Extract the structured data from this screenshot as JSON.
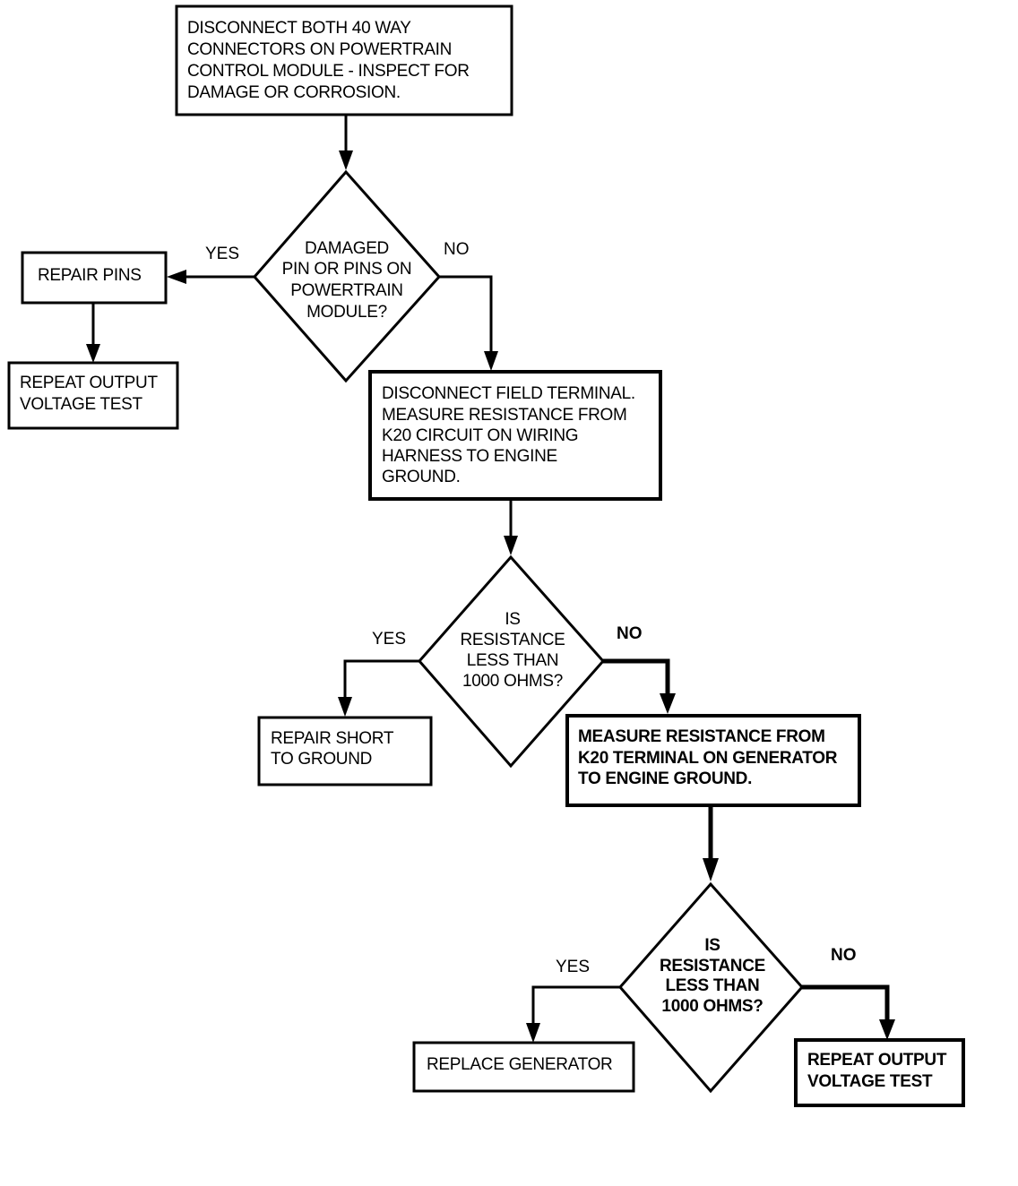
{
  "nodes": {
    "disconnect_connectors": [
      "DISCONNECT BOTH 40 WAY",
      "CONNECTORS ON POWERTRAIN",
      "CONTROL MODULE - INSPECT FOR",
      "DAMAGE OR CORROSION."
    ],
    "decision_damaged_pins": [
      "DAMAGED",
      "PIN OR PINS ON",
      "POWERTRAIN",
      "MODULE?"
    ],
    "repair_pins": [
      "REPAIR PINS"
    ],
    "repeat_output_1": [
      "REPEAT OUTPUT",
      "VOLTAGE TEST"
    ],
    "disconnect_field": [
      "DISCONNECT FIELD TERMINAL.",
      "MEASURE RESISTANCE FROM",
      "K20 CIRCUIT ON WIRING",
      "HARNESS TO ENGINE",
      "GROUND."
    ],
    "decision_resistance_1": [
      "IS",
      "RESISTANCE",
      "LESS THAN",
      "1000 OHMS?"
    ],
    "repair_short": [
      "REPAIR SHORT",
      "TO GROUND"
    ],
    "measure_generator": [
      "MEASURE RESISTANCE FROM",
      "K20 TERMINAL ON GENERATOR",
      "TO ENGINE GROUND."
    ],
    "decision_resistance_2": [
      "IS",
      "RESISTANCE",
      "LESS THAN",
      "1000 OHMS?"
    ],
    "replace_generator": [
      "REPLACE GENERATOR"
    ],
    "repeat_output_2": [
      "REPEAT OUTPUT",
      "VOLTAGE TEST"
    ]
  },
  "edge_labels": {
    "yes_1": "YES",
    "no_1": "NO",
    "yes_2": "YES",
    "no_2": "NO",
    "yes_3": "YES",
    "no_3": "NO"
  }
}
